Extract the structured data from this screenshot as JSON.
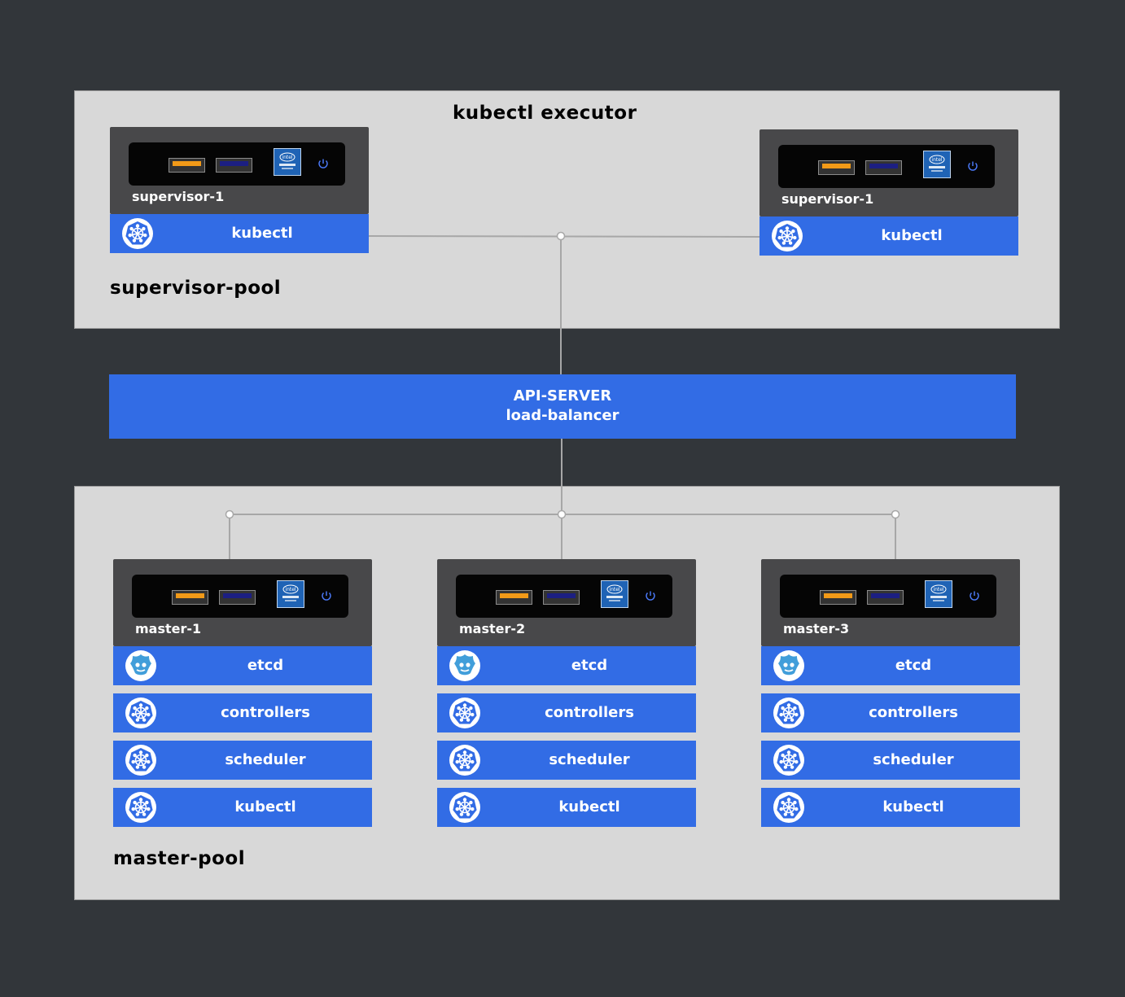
{
  "supervisor_pool": {
    "header": "kubectl executor",
    "title": "supervisor-pool",
    "nodes": [
      {
        "label": "supervisor-1",
        "services": [
          {
            "icon": "kubernetes-icon",
            "label": "kubectl"
          }
        ]
      },
      {
        "label": "supervisor-1",
        "services": [
          {
            "icon": "kubernetes-icon",
            "label": "kubectl"
          }
        ]
      }
    ]
  },
  "api_server": {
    "line1": "API-SERVER",
    "line2": "load-balancer"
  },
  "master_pool": {
    "title": "master-pool",
    "nodes": [
      {
        "label": "master-1",
        "services": [
          {
            "icon": "etcd-icon",
            "label": "etcd"
          },
          {
            "icon": "kubernetes-icon",
            "label": "controllers"
          },
          {
            "icon": "kubernetes-icon",
            "label": "scheduler"
          },
          {
            "icon": "kubernetes-icon",
            "label": "kubectl"
          }
        ]
      },
      {
        "label": "master-2",
        "services": [
          {
            "icon": "etcd-icon",
            "label": "etcd"
          },
          {
            "icon": "kubernetes-icon",
            "label": "controllers"
          },
          {
            "icon": "kubernetes-icon",
            "label": "scheduler"
          },
          {
            "icon": "kubernetes-icon",
            "label": "kubectl"
          }
        ]
      },
      {
        "label": "master-3",
        "services": [
          {
            "icon": "etcd-icon",
            "label": "etcd"
          },
          {
            "icon": "kubernetes-icon",
            "label": "controllers"
          },
          {
            "icon": "kubernetes-icon",
            "label": "scheduler"
          },
          {
            "icon": "kubernetes-icon",
            "label": "kubectl"
          }
        ]
      }
    ]
  },
  "hardware": {
    "chip_logo_text": "intel"
  },
  "colors": {
    "background": "#32363a",
    "pool": "#d8d8d8",
    "service": "#326ce5",
    "node": "#48484a",
    "port_orange": "#f29a18",
    "port_navy": "#1c1f82"
  }
}
